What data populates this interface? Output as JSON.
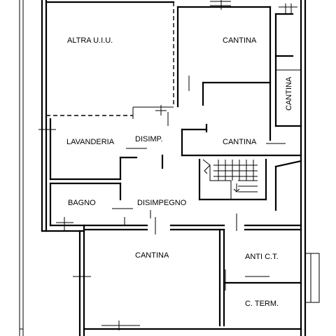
{
  "rooms": {
    "altra_uiu": "ALTRA U.I.U.",
    "cantina_top": "CANTINA",
    "cantina_side": "CANTINA",
    "cantina_mid": "CANTINA",
    "lavanderia": "LAVANDERIA",
    "disimp": "DISIMP.",
    "bagno": "BAGNO",
    "disimpegno": "DISIMPEGNO",
    "cantina_big": "CANTINA",
    "anti_ct": "ANTI C.T.",
    "c_term": "C. TERM."
  }
}
